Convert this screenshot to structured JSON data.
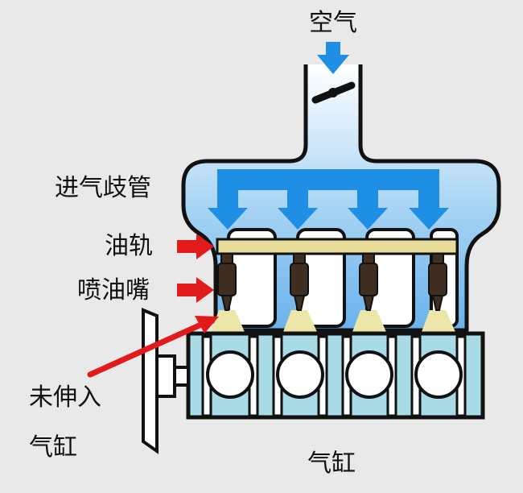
{
  "diagram": {
    "labels": {
      "air": "空气",
      "intake_manifold": "进气歧管",
      "fuel_rail": "油轨",
      "injector": "喷油嘴",
      "not_in_cylinder_line1": "未伸入",
      "not_in_cylinder_line2": "气缸",
      "cylinder": "气缸"
    },
    "colors": {
      "background": "#e9e9e9",
      "air_flow": "#1f8fe6",
      "fuel_rail": "#e8dc9a",
      "cylinder_block": "#a9dbe6",
      "pointer_arrow": "#e11b1b",
      "spray": "#ece6a8",
      "injector": "#3f2e22"
    },
    "cylinder_count": 4
  }
}
